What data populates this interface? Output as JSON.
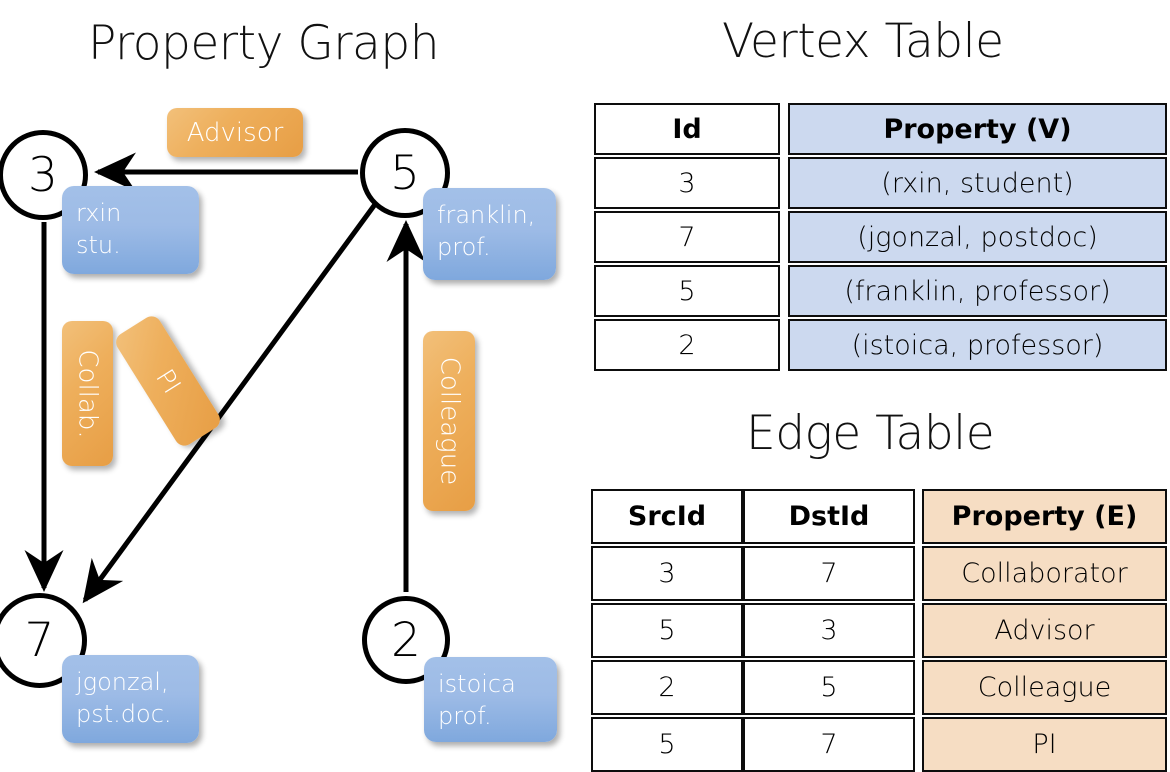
{
  "titles": {
    "property_graph": "Property Graph",
    "vertex_table": "Vertex Table",
    "edge_table": "Edge Table"
  },
  "colors": {
    "vertex_header_fill": "#ccd9ef",
    "edge_header_fill": "#f6ddc3",
    "node_stroke": "#000000",
    "property_box_blue": "#9dbbe6",
    "edge_label_orange": "#eeaf5c",
    "background": "#ffffff"
  },
  "graph": {
    "nodes": [
      {
        "id": "3",
        "property_lines": [
          "rxin",
          "stu."
        ]
      },
      {
        "id": "5",
        "property_lines": [
          "franklin,",
          "prof."
        ]
      },
      {
        "id": "7",
        "property_lines": [
          "jgonzal,",
          "pst.doc."
        ]
      },
      {
        "id": "2",
        "property_lines": [
          "istoica",
          "prof."
        ]
      }
    ],
    "edge_labels": [
      {
        "name": "advisor",
        "text": "Advisor",
        "orientation": "horizontal"
      },
      {
        "name": "collab",
        "text": "Collab.",
        "orientation": "vertical"
      },
      {
        "name": "pi",
        "text": "PI",
        "orientation": "vertical-rotated"
      },
      {
        "name": "colleague",
        "text": "Colleague",
        "orientation": "vertical"
      }
    ],
    "edges": [
      {
        "src": "5",
        "dst": "3",
        "label": "Advisor"
      },
      {
        "src": "3",
        "dst": "7",
        "label": "Collab."
      },
      {
        "src": "5",
        "dst": "7",
        "label": "PI"
      },
      {
        "src": "2",
        "dst": "5",
        "label": "Colleague"
      }
    ]
  },
  "vertex_table": {
    "columns": [
      "Id",
      "Property (V)"
    ],
    "rows": [
      {
        "id": "3",
        "property": "(rxin, student)"
      },
      {
        "id": "7",
        "property": "(jgonzal, postdoc)"
      },
      {
        "id": "5",
        "property": "(franklin, professor)"
      },
      {
        "id": "2",
        "property": "(istoica, professor)"
      }
    ]
  },
  "edge_table": {
    "columns": [
      "SrcId",
      "DstId",
      "Property (E)"
    ],
    "rows": [
      {
        "src": "3",
        "dst": "7",
        "property": "Collaborator"
      },
      {
        "src": "5",
        "dst": "3",
        "property": "Advisor"
      },
      {
        "src": "2",
        "dst": "5",
        "property": "Colleague"
      },
      {
        "src": "5",
        "dst": "7",
        "property": "PI"
      }
    ]
  }
}
